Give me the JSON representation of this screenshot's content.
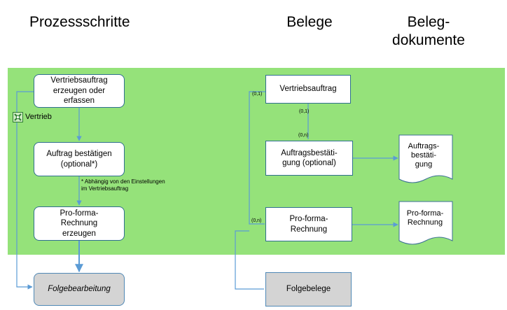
{
  "headers": {
    "process_steps": "Prozessschritte",
    "documents": "Belege",
    "document_files": "Beleg-\ndokumente"
  },
  "process": {
    "step1": "Vertriebsauftrag\nerzeugen oder\nerfassen",
    "step2": "Auftrag bestätigen\n(optional*)",
    "step3": "Pro-forma-\nRechnung\nerzeugen",
    "followup": "Folgebearbeitung"
  },
  "lane_label": "Vertrieb",
  "footnote": "*  Abhängig von den Einstellungen\n    im Vertriebsauftrag",
  "documents": {
    "doc1": "Vertriebsauftrag",
    "doc2": "Auftragsbestäti-\ngung (optional)",
    "doc3": "Pro-forma-\nRechnung",
    "followup": "Folgebelege"
  },
  "document_files": {
    "file1": "Auftrags-\nbestäti-\ngung",
    "file2": "Pro-forma-\nRechnung"
  },
  "cardinalities": {
    "c1": "(0,1)",
    "c2": "(0,1)",
    "c3": "(0,n)",
    "c4": "(0,n)"
  },
  "colors": {
    "band": "#95e27a",
    "connector": "#5b9bd5",
    "box_border": "#2f6f8f",
    "followup_fill": "#d4d4d4"
  }
}
